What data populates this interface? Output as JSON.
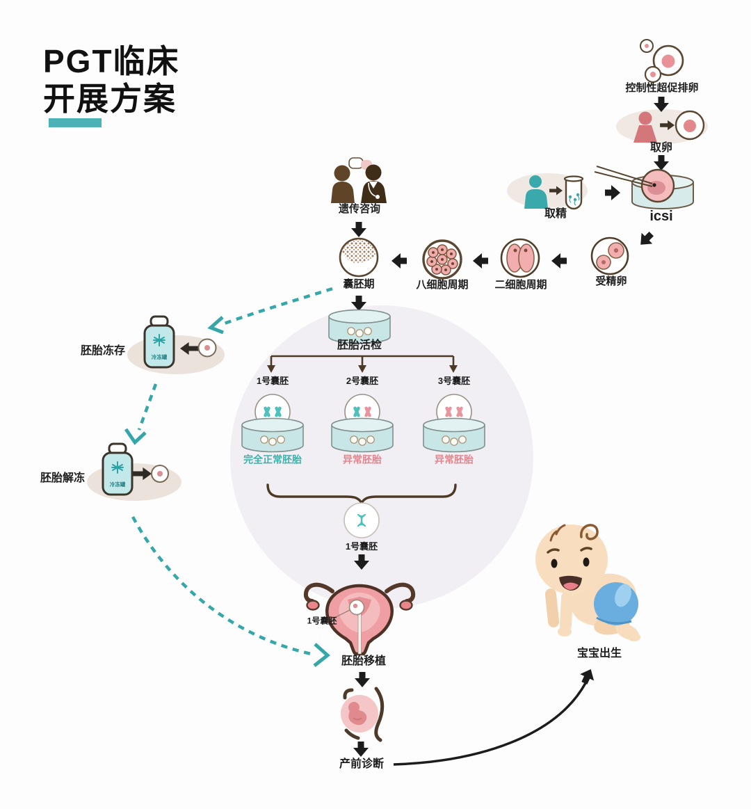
{
  "title": {
    "line1": "PGT临床",
    "line2": "开展方案"
  },
  "labels": {
    "stimulation": "控制性超促排卵",
    "egg_retrieval": "取卵",
    "icsi": "icsi",
    "sperm_retrieval": "取精",
    "fertilized_egg": "受精卵",
    "two_cell": "二细胞周期",
    "eight_cell": "八细胞周期",
    "blastocyst": "囊胚期",
    "genetic_counseling": "遗传咨询",
    "embryo_biopsy": "胚胎活检",
    "blastocyst_1": "1号囊胚",
    "blastocyst_2": "2号囊胚",
    "blastocyst_3": "3号囊胚",
    "normal_embryo": "完全正常胚胎",
    "abnormal_embryo_2": "异常胚胎",
    "abnormal_embryo_3": "异常胚胎",
    "selected_blastocyst": "1号囊胚",
    "embryo_freeze": "胚胎冻存",
    "embryo_thaw": "胚胎解冻",
    "freeze_tank": "冷冻罐",
    "transfer_embryo_tag": "1号囊胚",
    "embryo_transfer": "胚胎移植",
    "prenatal_diagnosis": "产前诊断",
    "baby_born": "宝宝出生"
  },
  "colors": {
    "accent_teal": "#3aa9ab",
    "title_bar_teal": "#4cb2b5",
    "normal_label_teal": "#3cb2ac",
    "abnormal_label_pink": "#e2868e",
    "line_brown": "#4d3a26",
    "cell_pink": "#f2afaf",
    "dish_teal": "#c9e6e7",
    "oval_beige": "#f0e8e2",
    "big_circle_bg": "#f1eff4",
    "diaper_blue": "#69aede"
  },
  "flow": [
    "控制性超促排卵→取卵",
    "取卵→icsi",
    "取精→icsi",
    "icsi→受精卵",
    "受精卵→二细胞周期",
    "二细胞周期→八细胞周期",
    "八细胞周期→囊胚期",
    "遗传咨询→囊胚期",
    "囊胚期→胚胎活检",
    "胚胎活检→1号囊胚/2号囊胚/3号囊胚",
    "囊胚期⇢胚胎冻存(虚线)",
    "胚胎冻存⇢胚胎解冻(虚线)",
    "胚胎解冻⇢胚胎移植(虚线)",
    "1号囊胚→胚胎移植",
    "胚胎移植→产前诊断",
    "产前诊断→宝宝出生"
  ]
}
